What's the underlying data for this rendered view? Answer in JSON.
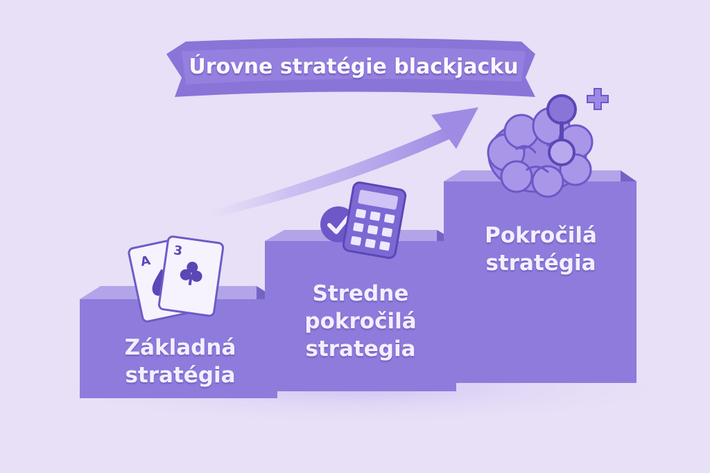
{
  "title": "Úrovne stratégie blackjacku",
  "colors": {
    "background": "#e7e0f7",
    "accent": "#7d68d4",
    "block_front": "#8f7bdc",
    "block_top": "#b3a4ea",
    "block_side": "#7563c4"
  },
  "steps": [
    {
      "lines": [
        "Základná",
        "stratégia"
      ],
      "icon": "playing-cards-icon"
    },
    {
      "lines": [
        "Stredne",
        "pokročilá",
        "strategia"
      ],
      "icon": "calculator-icon"
    },
    {
      "lines": [
        "Pokročilá",
        "stratégia"
      ],
      "icon": "brain-icon"
    }
  ],
  "cards": {
    "ace_rank": "A",
    "three_rank": "3"
  }
}
